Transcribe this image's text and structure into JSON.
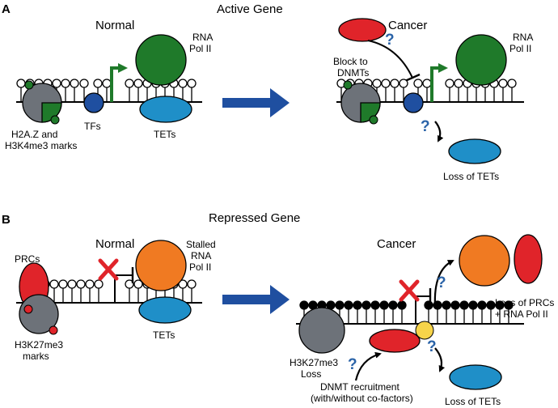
{
  "panel_a": {
    "letter": "A",
    "title": "Active Gene",
    "normal": {
      "title": "Normal",
      "rna_pol": [
        "RNA",
        "Pol II"
      ],
      "tfs": "TFs",
      "tets": "TETs",
      "marks": [
        "H2A.Z and",
        "H3K4me3 marks"
      ]
    },
    "cancer": {
      "title": "Cancer",
      "block": [
        "Block to",
        "DNMTs"
      ],
      "rna_pol": [
        "RNA",
        "Pol II"
      ],
      "loss_tets": "Loss of TETs",
      "question": "?"
    }
  },
  "panel_b": {
    "letter": "B",
    "title": "Repressed Gene",
    "normal": {
      "title": "Normal",
      "prcs": "PRCs",
      "stalled": [
        "Stalled",
        "RNA",
        "Pol II"
      ],
      "tets": "TETs",
      "marks": [
        "H3K27me3",
        "marks"
      ]
    },
    "cancer": {
      "title": "Cancer",
      "loss_prcs": [
        "Loss of PRCs",
        "+ RNA Pol II"
      ],
      "h3k27": [
        "H3K27me3",
        "Loss"
      ],
      "dnmt": [
        "DNMT recruitment",
        "(with/without co-factors)"
      ],
      "loss_tets": "Loss of TETs",
      "question": "?"
    }
  },
  "colors": {
    "green": "#1f7a2a",
    "dark_green": "#1a5a1f",
    "blue_arrow": "#1f4fa0",
    "tf_blue": "#1f4fa0",
    "tet_blue": "#1f8fc8",
    "red": "#e0242a",
    "orange": "#f07a22",
    "gray": "#6d7279",
    "yellow": "#f7d44a",
    "q_blue": "#2a63a8"
  }
}
